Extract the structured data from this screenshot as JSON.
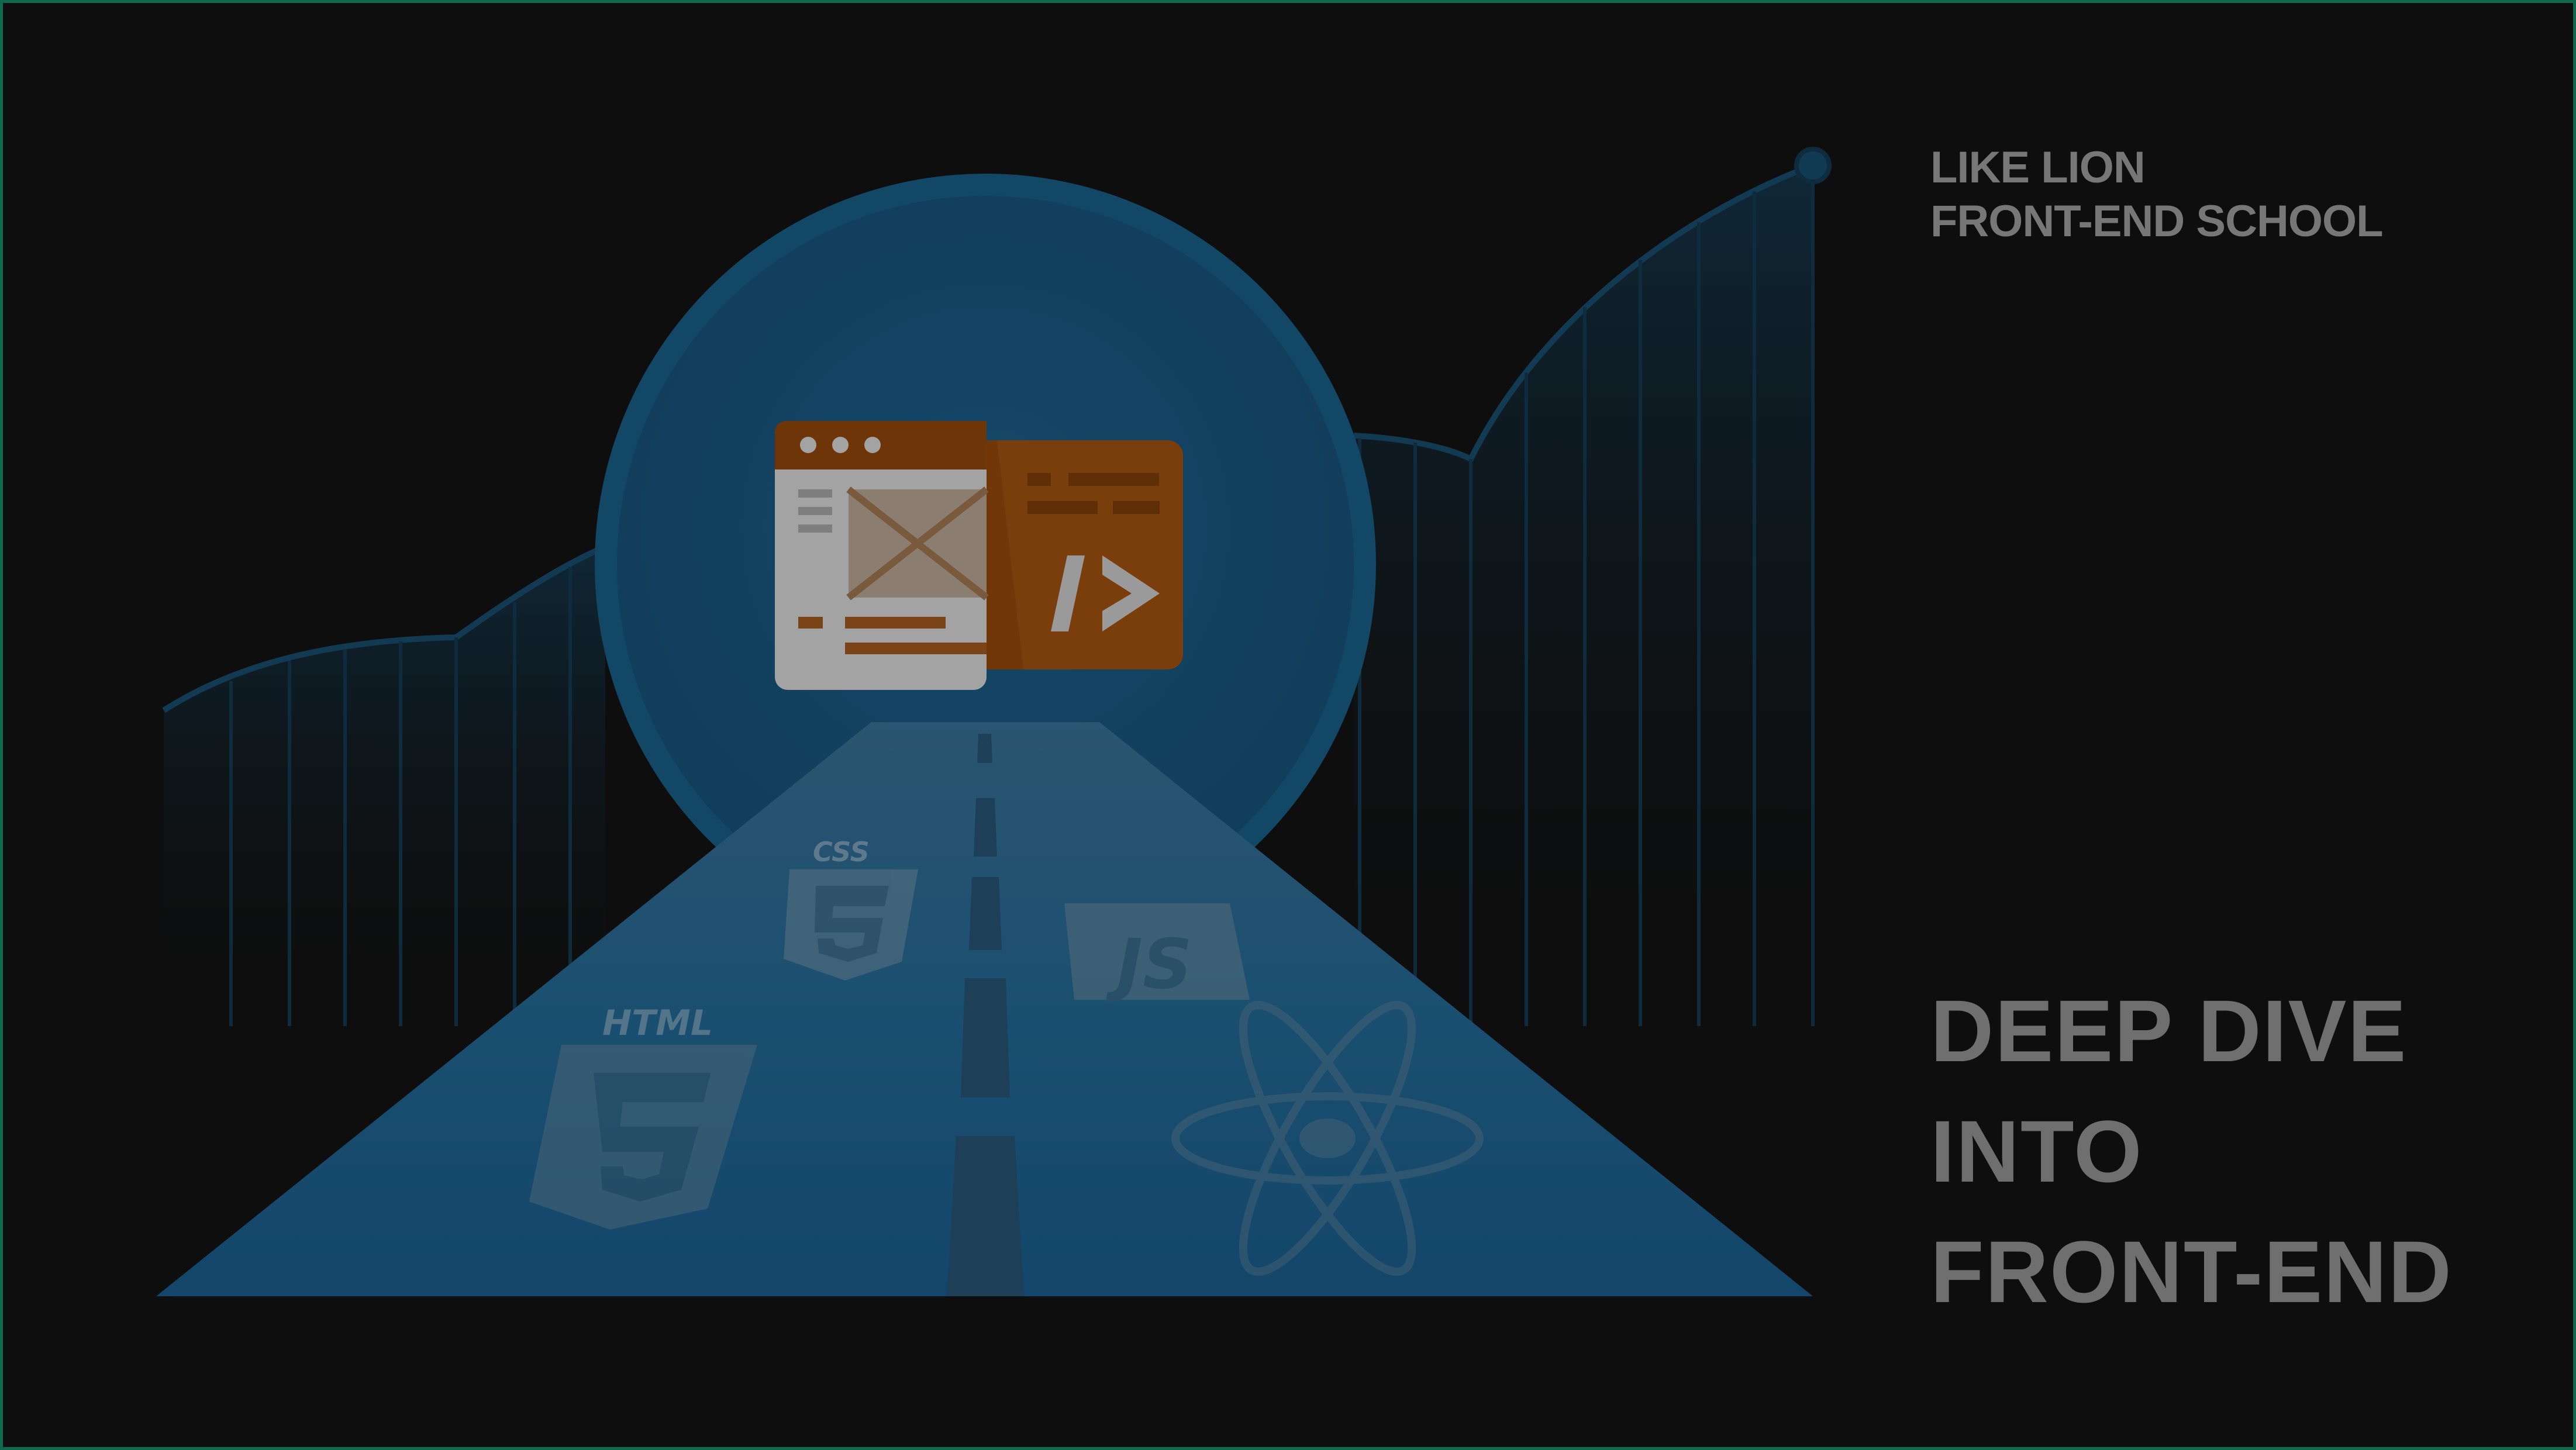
{
  "brand": {
    "line1": "LIKE LION",
    "line2": "FRONT-END SCHOOL"
  },
  "headline": {
    "line1": "DEEP DIVE",
    "line2": "INTO",
    "line3": "FRONT-END"
  },
  "road_badges": {
    "css": "CSS",
    "html": "HTML",
    "js": "JS"
  },
  "colors": {
    "background": "#0e0e0e",
    "frame": "#0d6a4c",
    "circle": "#134766",
    "road": "#1b4f70",
    "window": "#a3a3a3",
    "code_panel": "#7a3d0c",
    "text": "#777777"
  },
  "icons": [
    "browser-window-icon",
    "code-panel-icon",
    "css3-icon",
    "html5-icon",
    "javascript-icon",
    "react-icon"
  ]
}
